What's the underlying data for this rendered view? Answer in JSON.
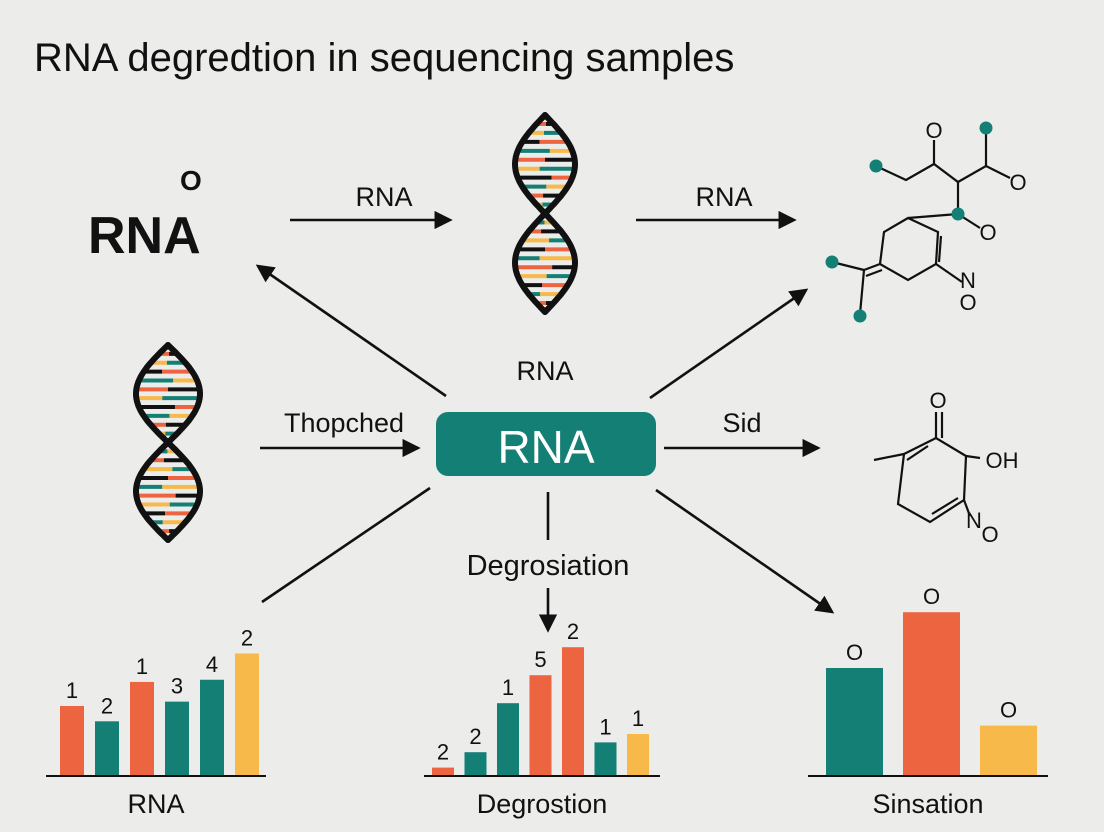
{
  "title": "RNA degredtion in sequencing samples",
  "colors": {
    "teal": "#137f75",
    "orange": "#ec6540",
    "yellow": "#f7b94a",
    "dark": "#111111",
    "background": "#ececea"
  },
  "nodes": {
    "rna_top_left": {
      "label": "RNA",
      "mark": "O"
    },
    "center": {
      "label": "RNA"
    },
    "helix_label": "RNA"
  },
  "arrows": {
    "top_left_to_helix": "RNA",
    "helix_to_molecule": "RNA",
    "left_to_center": "Thopched",
    "center_to_right": "Sid",
    "center_down": "Degrosiation"
  },
  "molecules": {
    "upper": {
      "atoms": [
        "O",
        "O",
        "O",
        "N",
        "O"
      ]
    },
    "lower": {
      "atoms": [
        "O",
        "OH",
        "N",
        "O"
      ]
    }
  },
  "chart_data": [
    {
      "type": "bar",
      "xlabel": "RNA",
      "data_labels": [
        "1",
        "2",
        "1",
        "3",
        "4",
        "2"
      ],
      "values": [
        1.6,
        1.25,
        2.15,
        1.7,
        2.2,
        2.8
      ],
      "colors": [
        "#ec6540",
        "#137f75",
        "#ec6540",
        "#137f75",
        "#137f75",
        "#f7b94a"
      ]
    },
    {
      "type": "bar",
      "xlabel": "Degrostion",
      "data_labels": [
        "2",
        "2",
        "1",
        "5",
        "2",
        "1",
        "1"
      ],
      "values": [
        0.3,
        0.85,
        2.6,
        3.6,
        4.6,
        1.2,
        1.5
      ],
      "colors": [
        "#ec6540",
        "#137f75",
        "#137f75",
        "#ec6540",
        "#ec6540",
        "#137f75",
        "#f7b94a"
      ]
    },
    {
      "type": "bar",
      "xlabel": "Sinsation",
      "data_labels": [
        "O",
        "O",
        "O"
      ],
      "values": [
        3.0,
        4.55,
        1.4
      ],
      "colors": [
        "#137f75",
        "#ec6540",
        "#f7b94a"
      ]
    }
  ]
}
